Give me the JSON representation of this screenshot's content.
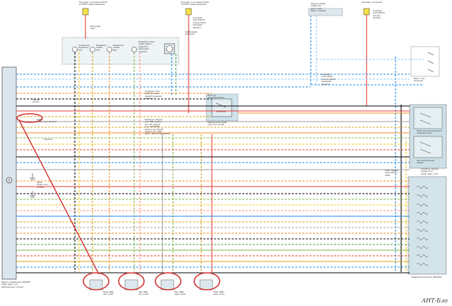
{
  "labels": {
    "top_fuse_left": "Пер.напр. в положении RUN\nи START замка зажигания",
    "top_fuse_mid": "Пер.напр. в положении RUN\nи START замка зажигания",
    "top_fuse_block_left": "Моторный\nблок",
    "top_fuse_block_mid": "Соединит.\nблок (ОЕ10)\n(перед левой\nпередней\nдверью)",
    "top_module_right": "Модуль упоавл.\nподвеской\n(пер. и лев.\nводит. сторона)",
    "top_right_supply": "Пер.напр. постоянно",
    "top_right_block": "Соединит.\nблок (ОЕ10)\n(за лев.\nприбор.)",
    "cluster_title": "Комбинация\nприборов",
    "cluster_ind1": "Сигнализат.\nиндикатор\n5Т3",
    "cluster_ind2": "Индикатор\nотказа\n5Т3",
    "cluster_ind3": "Индикатор\nотказа\nN/D",
    "cluster_ind4": "Индикатор пере-\nгрева тормоз.\nжидкости/\nнеисправн.\nтормоза",
    "left_module": "Модуль управления ATE/EPS\n(прав. задн. угол\nдвигательного отсека)",
    "brake_signal": "Ручник\nдатчик",
    "g302": "G302\n(Прав. конт. колеса)",
    "g303": "G303\n(Прав. конт.\nколеса)",
    "brakes": "Тормоза",
    "conn_center": "Соединит. блок\n(OE4) (за задн.\nправой передней\nдверью)",
    "relay_block": "Пост. пр.\nпод загорожение",
    "relay_block_sub": "Модуль реле (прав.\nзад. угол отсека)",
    "radar_note": "Радиатор, модуль\nупр. ATE, модуль\nупр. ЛК, модуль\nупр. (SAS,ESP),\nмодуль упр. ECUN,\nмодуль упр. ЭМЗ\n(датч. частоты вращения)",
    "right_conn": "Соединит.\nблок (ОЕ11)\n(перед правой\nпередней\nдверью)",
    "right_switch": "Выкл. стоп-\nсигналов",
    "right_ecu": "Прив. высокого давления\nпередних колес",
    "right_relay": "Реле выключения\nсварки",
    "right_module": "Обкр. модуль\nкорр.(напол.)\nG310",
    "right_actuator": "Антиблок. модуль,\nклапан откл.\n(прав. задн. угол)",
    "right_hydro": "Гидравлический блок АБС/ESP",
    "sensor1": "Прав. 4ВД\nпер. колес",
    "sensor2": "Лев. 4ВД\nпер. колес",
    "sensor3": "Лев. 4ВД\nзадн. колес",
    "sensor4": "Прав. 4ВД\nзадн. колес",
    "watermark": "АНТ-Бло"
  }
}
